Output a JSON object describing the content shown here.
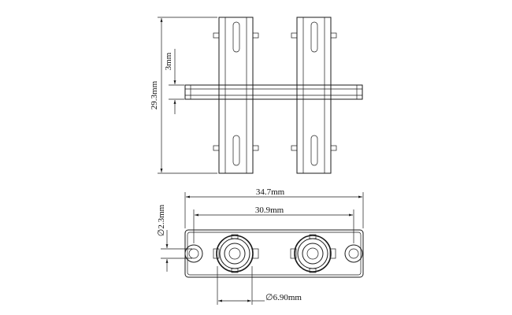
{
  "dimensions": {
    "height_total": "29.3mm",
    "flange_thickness": "3mm",
    "width_total": "34.7mm",
    "hole_spacing": "30.9mm",
    "hole_diameter": "∅2.3mm",
    "connector_diameter": "∅6.90mm"
  }
}
